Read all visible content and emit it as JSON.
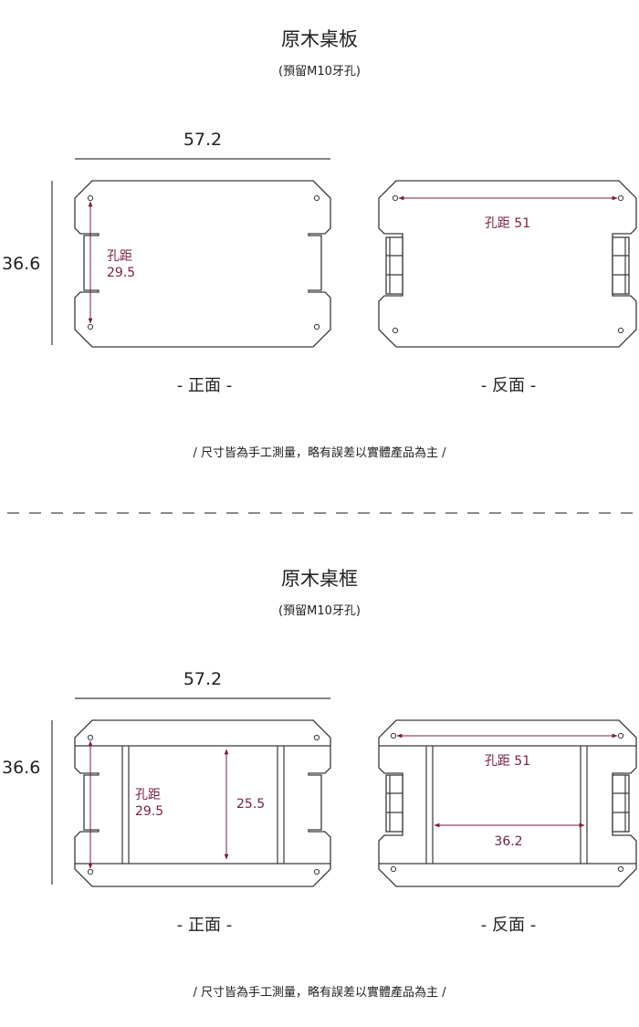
{
  "accent_color": "#7a1f3a",
  "sections": [
    {
      "title": "原木桌板",
      "subtitle": "(預留M10牙孔)",
      "width_dim": "57.2",
      "height_dim": "36.6",
      "front_hole_label": "孔距",
      "front_hole_value": "29.5",
      "back_hole_label": "孔距 51",
      "front_label": "- 正面 -",
      "back_label": "- 反面 -",
      "note": "/ 尺寸皆為手工測量，略有誤差以實體產品為主 /"
    },
    {
      "title": "原木桌框",
      "subtitle": "(預留M10牙孔)",
      "width_dim": "57.2",
      "height_dim": "36.6",
      "front_hole_label": "孔距",
      "front_hole_value": "29.5",
      "front_inner_dim": "25.5",
      "back_hole_label": "孔距 51",
      "back_inner_dim": "36.2",
      "front_label": "- 正面 -",
      "back_label": "- 反面 -",
      "note": "/ 尺寸皆為手工測量，略有誤差以實體產品為主 /"
    }
  ]
}
